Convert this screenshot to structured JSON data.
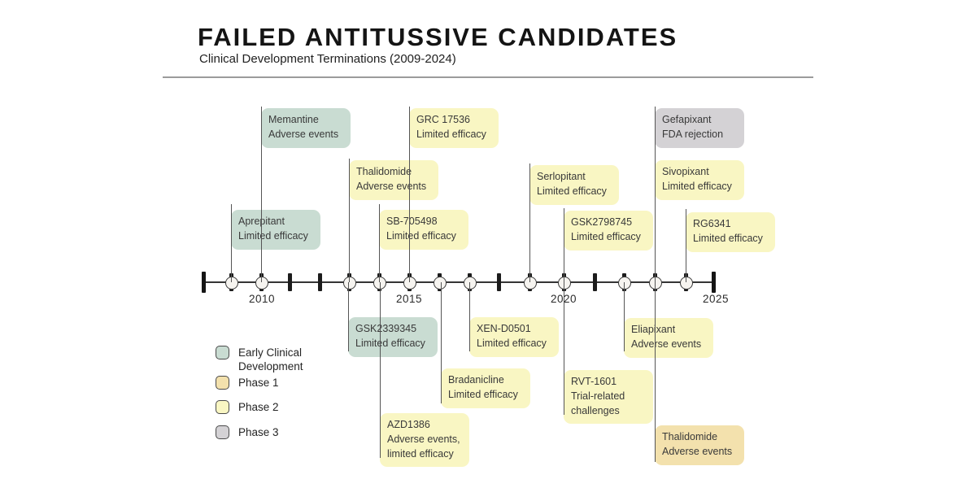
{
  "header": {
    "title": "FAILED ANTITUSSIVE CANDIDATES",
    "subtitle": "Clinical Development Terminations (2009-2024)"
  },
  "axis": {
    "years": [
      {
        "label": "2010"
      },
      {
        "label": "2015"
      },
      {
        "label": "2020"
      },
      {
        "label": "2025"
      }
    ]
  },
  "legend": {
    "items": [
      {
        "label": "Early Clinical Development",
        "color": "#c9dcd2"
      },
      {
        "label": "Phase 1",
        "color": "#f3e1ad"
      },
      {
        "label": "Phase 2",
        "color": "#f9f6c3"
      },
      {
        "label": "Phase 3",
        "color": "#d4d2d5"
      }
    ]
  },
  "events": {
    "aprepitant": {
      "name": "Aprepitant",
      "reason": "Limited efficacy",
      "phase": "Early Clinical Development"
    },
    "memantine": {
      "name": "Memantine",
      "reason": "Adverse events",
      "phase": "Early Clinical Development"
    },
    "thalidomide_2013": {
      "name": "Thalidomide",
      "reason": "Adverse events",
      "phase": "Phase 2"
    },
    "gsk2339345": {
      "name": "GSK2339345",
      "reason": "Limited efficacy",
      "phase": "Early Clinical Development"
    },
    "sb_705498": {
      "name": "SB-705498",
      "reason": "Limited efficacy",
      "phase": "Phase 2"
    },
    "azd1386": {
      "name": "AZD1386",
      "reason": "Adverse events, limited efficacy",
      "phase": "Phase 2"
    },
    "grc_17536": {
      "name": "GRC 17536",
      "reason": "Limited efficacy",
      "phase": "Phase 2"
    },
    "bradanicline": {
      "name": "Bradanicline",
      "reason": "Limited efficacy",
      "phase": "Phase 2"
    },
    "xen_d0501": {
      "name": "XEN-D0501",
      "reason": "Limited efficacy",
      "phase": "Phase 2"
    },
    "serlopitant": {
      "name": "Serlopitant",
      "reason": "Limited efficacy",
      "phase": "Phase 2"
    },
    "gsk2798745": {
      "name": "GSK2798745",
      "reason": "Limited efficacy",
      "phase": "Phase 2"
    },
    "rvt_1601": {
      "name": "RVT-1601",
      "reason": "Trial-related challenges",
      "phase": "Phase 2"
    },
    "eliapixant": {
      "name": "Eliapixant",
      "reason": "Adverse events",
      "phase": "Phase 2"
    },
    "gefapixant": {
      "name": "Gefapixant",
      "reason": "FDA rejection",
      "phase": "Phase 3"
    },
    "sivopixant": {
      "name": "Sivopixant",
      "reason": "Limited efficacy",
      "phase": "Phase 2"
    },
    "thalidomide_2023": {
      "name": "Thalidomide",
      "reason": "Adverse events",
      "phase": "Phase 1"
    },
    "rg6341": {
      "name": "RG6341",
      "reason": "Limited efficacy",
      "phase": "Phase 2"
    }
  }
}
